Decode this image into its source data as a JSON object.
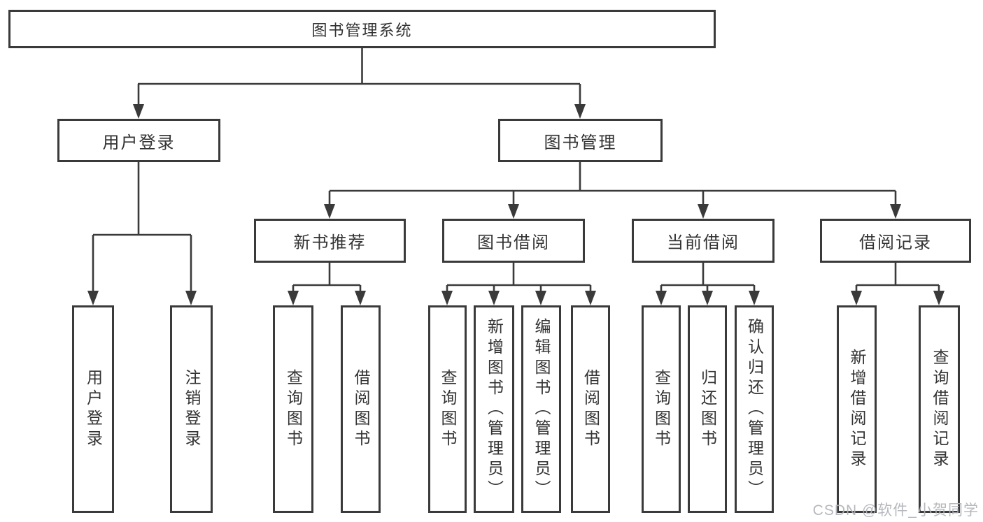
{
  "diagram": {
    "title": "图书管理系统",
    "level2": {
      "user_login": "用户登录",
      "book_mgmt": "图书管理"
    },
    "level3": {
      "new_book": "新书推荐",
      "book_borrow": "图书借阅",
      "current_borrow": "当前借阅",
      "borrow_record": "借阅记录"
    },
    "leaves": {
      "user_login": [
        "用户登录",
        "注销登录"
      ],
      "new_book": [
        "查询图书",
        "借阅图书"
      ],
      "book_borrow": [
        "查询图书",
        "新增图书（管理员）",
        "编辑图书（管理员）",
        "借阅图书"
      ],
      "current_borrow": [
        "查询图书",
        "归还图书",
        "确认归还（管理员）"
      ],
      "borrow_record": [
        "新增借阅记录",
        "查询借阅记录"
      ]
    }
  },
  "watermark": {
    "text": "CSDN @软件_小贺同学"
  },
  "colors": {
    "line": "#3a3a3a",
    "text": "#333333",
    "watermark": "#b0b3b8",
    "background": "#ffffff"
  }
}
